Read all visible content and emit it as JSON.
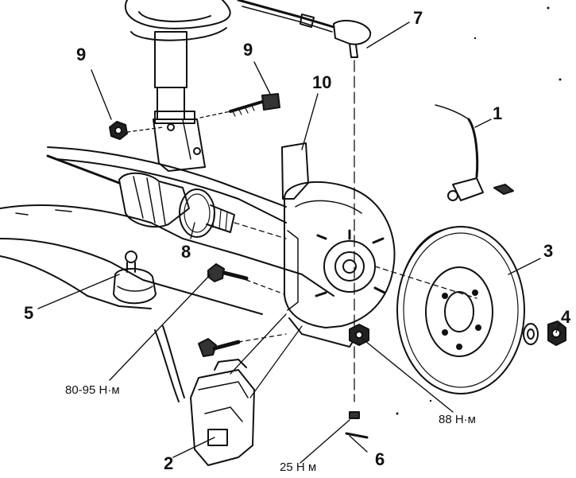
{
  "callouts": {
    "part_1": "1",
    "part_2": "2",
    "part_3": "3",
    "part_4": "4",
    "part_5": "5",
    "part_6": "6",
    "part_7": "7",
    "part_8": "8",
    "part_9_left": "9",
    "part_9_right": "9",
    "part_10": "10"
  },
  "torques": {
    "caliper_bolt": "80-95 Н·м",
    "hub_nut": "88 Н·м",
    "tie_rod_nut": "25 Н м"
  },
  "colors": {
    "ink": "#111111",
    "paper": "#ffffff"
  }
}
